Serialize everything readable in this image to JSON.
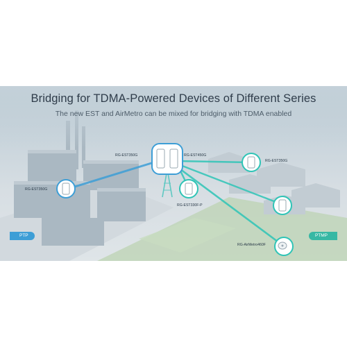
{
  "banner": {
    "title": "Bridging for TDMA-Powered Devices of Different Series",
    "subtitle": "The new EST and AirMetro can be mixed for bridging with TDMA enabled"
  },
  "devices": [
    {
      "id": "left",
      "label": "RG-EST350G"
    },
    {
      "id": "center-a",
      "label": "RG-EST350G"
    },
    {
      "id": "center-b",
      "label": "RG-EST450G"
    },
    {
      "id": "top-right",
      "label": "RG-EST350G"
    },
    {
      "id": "mid",
      "label": "RG-EST330F-P"
    },
    {
      "id": "dish",
      "label": "RG-AirMetro460F"
    }
  ],
  "modes": {
    "left": "PTP",
    "right": "PTMP"
  },
  "colors": {
    "ptp": "#3d9ed6",
    "ptmp": "#37b8a4",
    "link": "#2ec4b6"
  }
}
